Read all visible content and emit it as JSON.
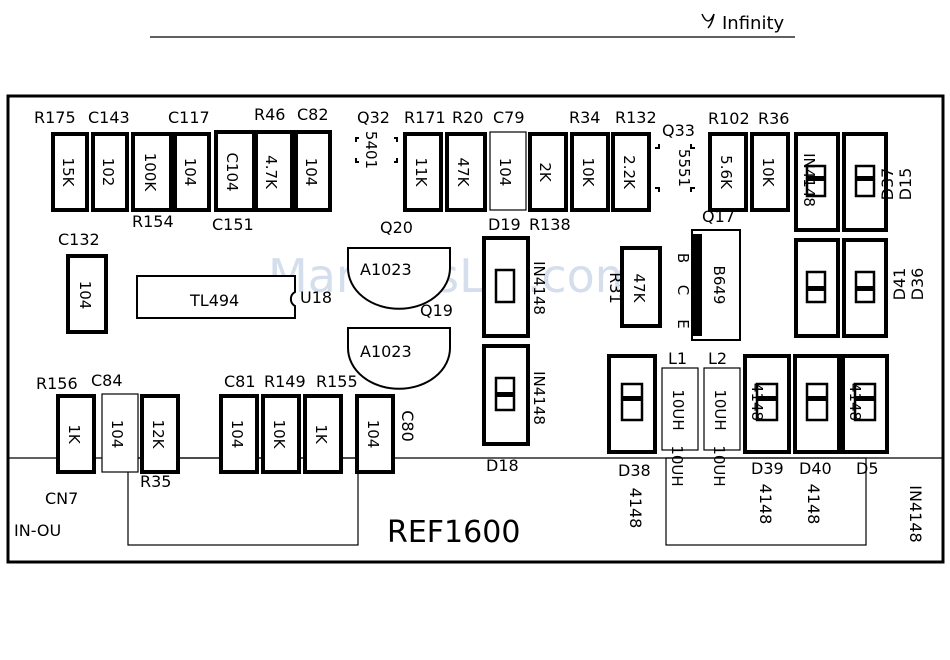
{
  "header": {
    "brand": "Infinity"
  },
  "board": {
    "model": "REF1600",
    "watermark": "ManualsLib.com"
  },
  "top_resistors": [
    {
      "ref": "R175",
      "value": "15K"
    },
    {
      "ref": "C143",
      "value": "102"
    },
    {
      "ref": "R154",
      "value": "100K"
    },
    {
      "ref": "C117",
      "value": "104"
    },
    {
      "ref": "C151",
      "value": "C104"
    },
    {
      "ref": "R46",
      "value": "4.7K"
    },
    {
      "ref": "C82",
      "value": "104"
    },
    {
      "ref": "R171",
      "value": "11K"
    },
    {
      "ref": "R20",
      "value": "47K"
    },
    {
      "ref": "C79",
      "value": "104"
    },
    {
      "ref": "R138",
      "value": "2K"
    },
    {
      "ref": "R34",
      "value": "10K"
    },
    {
      "ref": "R132",
      "value": "2.2K"
    },
    {
      "ref": "R102",
      "value": "5.6K"
    },
    {
      "ref": "R36",
      "value": "10K"
    }
  ],
  "labels": {
    "q32": "Q32",
    "q32_val": "5401",
    "q33": "Q33",
    "q33_val": "5551",
    "q20": "Q20",
    "q20_val": "A1023",
    "q19": "Q19",
    "q19_val": "A1023",
    "q17": "Q17",
    "q17_val": "B649",
    "b": "B",
    "c": "C",
    "e": "E",
    "r31": "R31",
    "r31_val": "47K",
    "c132": "C132",
    "c132_val": "104",
    "u18": "U18",
    "u18_val": "TL494",
    "d19": "D19",
    "d19_val": "IN4148",
    "d18": "D18",
    "d18_val": "IN4148",
    "d37": "D37",
    "d15": "D15",
    "d41": "D41",
    "d36": "D36",
    "d_top_val": "IN4148",
    "l1": "L1",
    "l1_val": "10UH",
    "l2": "L2",
    "l2_val": "10UH",
    "d38": "D38",
    "d38_val": "4148",
    "d39": "D39",
    "d39_val": "4148",
    "d40": "D40",
    "d40_val": "4148",
    "d5": "D5",
    "d5_val": "IN4148",
    "cn7": "CN7",
    "in_ou": "IN-OU",
    "r35": "R35",
    "c80": "C80"
  },
  "bottom_parts": [
    {
      "ref": "R156",
      "value": "1K"
    },
    {
      "ref": "C84",
      "value": "104"
    },
    {
      "ref": "R35",
      "value": "12K"
    },
    {
      "ref": "C81",
      "value": "104"
    },
    {
      "ref": "R149",
      "value": "10K"
    },
    {
      "ref": "R155",
      "value": "1K"
    },
    {
      "ref": "C80",
      "value": "104"
    }
  ]
}
